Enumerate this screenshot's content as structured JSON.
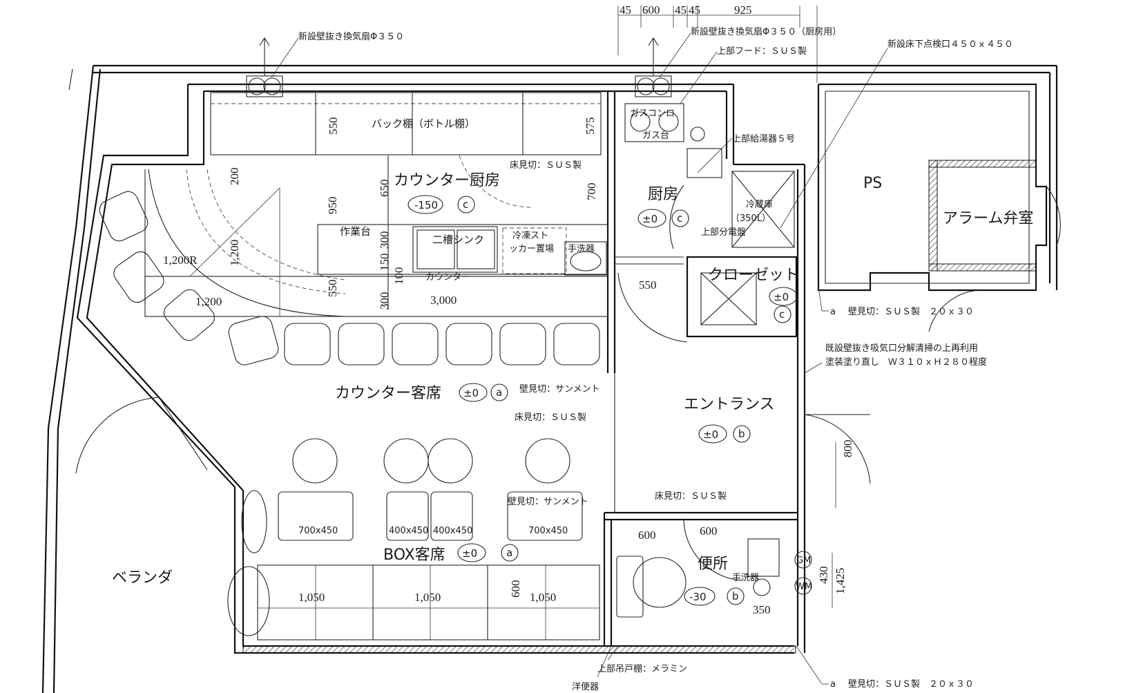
{
  "rooms": {
    "counter_kitchen": "カウンター厨房",
    "kitchen": "厨房",
    "counter_seats": "カウンター客席",
    "entrance": "エントランス",
    "box_seats": "BOX客席",
    "ps": "PS",
    "alarm_valve": "アラーム弁室",
    "toilet": "便所",
    "closet": "クローゼット",
    "veranda": "ベランダ"
  },
  "level_marks": {
    "counter_kitchen": "-150",
    "kitchen": "±0",
    "closet": "±0",
    "counter_seats": "±0",
    "entrance": "±0",
    "box_seats": "±0",
    "toilet": "-30"
  },
  "finish_codes": {
    "a": "a",
    "b": "b",
    "c": "c"
  },
  "fixtures": {
    "back_shelf": "バック棚（ボトル棚）",
    "work_table": "作業台",
    "double_sink": "二槽シンク",
    "freezer_stocker": "冷凍スト",
    "freezer_stocker_2": "ッカー置場",
    "hand_sink": "手洗器",
    "counter": "カウンター",
    "gas_stove": "ガスコンロ",
    "gas_table": "ガス台",
    "fridge": "冷蔵庫",
    "fridge_capacity": "（350L）",
    "dist_panel": "上部分電盤",
    "hand_sink_wc": "手洗器",
    "toilet_bowl": "洋便器",
    "gm": "GM",
    "wm": "WM"
  },
  "callouts": {
    "vent_fan_1": "新設壁抜き換気扇Φ３５０",
    "vent_fan_2": "新設壁抜き換気扇Φ３５０（厨房用）",
    "hood": "上部フード：ＳＵＳ製",
    "floor_hatch": "新設床下点検口４５０ｘ４５０",
    "water_heater": "上部給湯器５号",
    "kitchen_floor_trim": "床見切：ＳＵＳ製",
    "wall_trim_1": "壁見切：サンメント",
    "floor_trim_1": "床見切：ＳＵＳ製",
    "wall_trim_2": "壁見切：サンメント",
    "floor_trim_2": "床見切：ＳＵＳ製",
    "wall_trim_sus_1": "壁見切：ＳＵＳ製　２０ｘ３０",
    "existing_vent_1": "既設壁抜き吸気口分解清掃の上再利用",
    "existing_vent_2": "塗装塗り直し　Ｗ３１０ｘＨ２８０程度",
    "upper_cabinet": "上部吊戸棚：メラミン",
    "wall_trim_sus_2": "壁見切：ＳＵＳ製　２０ｘ３０",
    "callout_a_1": "a",
    "callout_a_2": "a"
  },
  "tables": [
    {
      "size": "700x450"
    },
    {
      "size": "400x450"
    },
    {
      "size": "400x450"
    },
    {
      "size": "700x450"
    }
  ],
  "dimensions": {
    "top_45_a": "45",
    "top_600": "600",
    "top_45_b": "45",
    "top_45_c": "45",
    "top_925": "925",
    "shelf_550": "550",
    "shelf_575": "575",
    "d_200": "200",
    "d_650": "650",
    "d_700": "700",
    "d_950": "950",
    "d_300_a": "300",
    "d_150": "150",
    "d_100": "100",
    "d_550_b": "550",
    "d_300_b": "300",
    "d_1200r": "1,200R",
    "d_1200_v": "1,200",
    "d_1200_h": "1,200",
    "d_3000": "3,000",
    "d_550_c": "550",
    "d_800": "800",
    "d_600_a": "600",
    "d_600_b": "600",
    "d_600_v": "600",
    "d_430": "430",
    "d_1425": "1,425",
    "d_350": "350",
    "bench_1": "1,050",
    "bench_2": "1,050",
    "bench_3": "1,050"
  }
}
